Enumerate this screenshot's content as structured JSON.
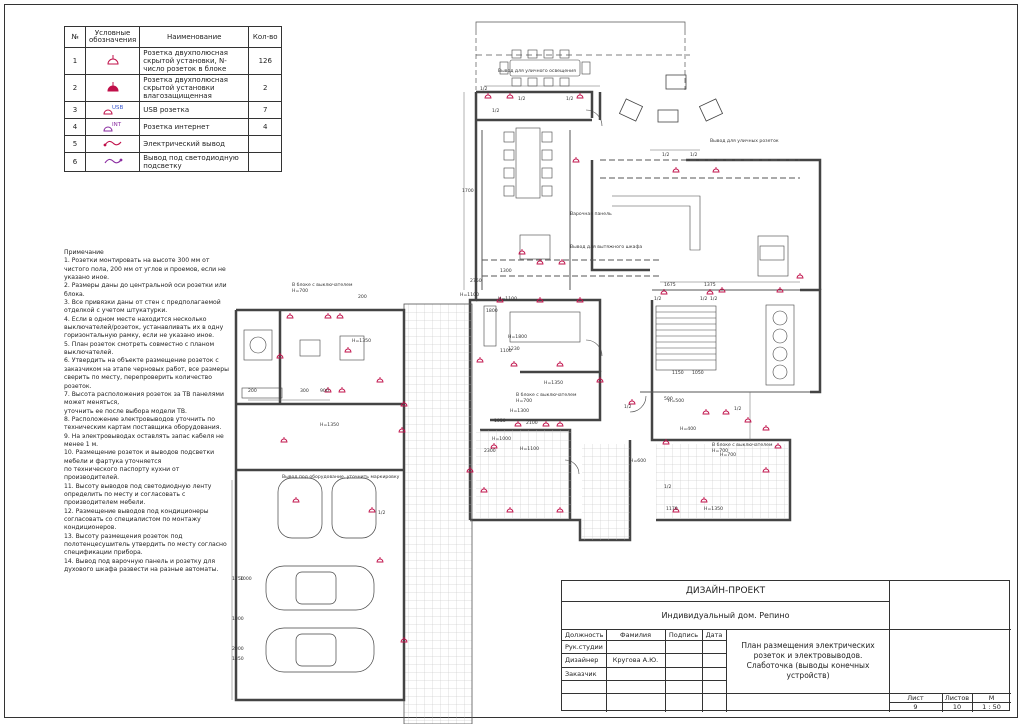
{
  "legend": {
    "headers": {
      "num": "№",
      "symbol": "Условные обозначения",
      "name": "Наименование",
      "qty": "Кол-во"
    },
    "rows": [
      {
        "num": "1",
        "icon": "double-socket-icon",
        "name": "Розетка двухполюсная скрытой установки, N-число розеток в блоке",
        "qty": "126"
      },
      {
        "num": "2",
        "icon": "waterproof-socket-icon",
        "name": "Розетка двухполюсная скрытой установки влагозащищенная",
        "qty": "2"
      },
      {
        "num": "3",
        "icon": "usb-socket-icon",
        "sym_text": "USB",
        "name": "USB розетка",
        "qty": "7"
      },
      {
        "num": "4",
        "icon": "internet-socket-icon",
        "sym_text": "INT",
        "name": "Розетка интернет",
        "qty": "4"
      },
      {
        "num": "5",
        "icon": "cable-outlet-icon",
        "name": "Электрический вывод",
        "qty": ""
      },
      {
        "num": "6",
        "icon": "led-outlet-icon",
        "name": "Вывод под светодиодную подсветку",
        "qty": ""
      }
    ]
  },
  "notes": {
    "title": "Примечание",
    "items": [
      "1. Розетки монтировать на высоте 300 мм от",
      "чистого пола, 200 мм от углов и проемов, если не",
      "указано иное.",
      "2. Размеры даны до центральной оси розетки или",
      "блока.",
      "3. Все привязки даны от стен с предполагаемой",
      "отделкой с учетом штукатурки.",
      "4. Если в одном месте находится несколько",
      "выключателей/розеток, устанавливать их в одну",
      "горизонтальную рамку, если не указано иное.",
      "5. План розеток смотреть совместно с планом",
      "выключателей.",
      "6. Утвердить на объекте размещение розеток с",
      "заказчиком на этапе черновых работ, все размеры",
      "сверить по месту, перепроверить количество",
      "розеток.",
      "7. Высота расположения розеток за ТВ панелями",
      "может меняться,",
      "уточнить ее после выбора модели ТВ.",
      "8. Расположение электровыводов уточнить по",
      "техническим картам поставщика оборудования.",
      "9. На электровыводах оставлять запас кабеля не",
      "менее 1 м.",
      "10. Размещение розеток и выводов подсветки",
      "мебели и фартука уточняется",
      "по технического паспорту кухни от",
      "производителей.",
      "11. Высоту выводов под светодиодную ленту",
      "определить по месту и согласовать с",
      "производителем мебели.",
      "12. Размещение выводов под кондиционеры",
      "согласовать со специалистом по монтажу",
      "кондиционеров.",
      "13. Высоту размещения розеток под",
      "полотенцесушитель утвердить по месту согласно",
      "спецификации прибора.",
      "14. Вывод под варочную панель и розетку для",
      "духового шкафа развести на разные автоматы."
    ]
  },
  "title_block": {
    "company": "ДИЗАЙН-ПРОЕКТ",
    "project": "Индивидуальный дом. Репино",
    "headers": {
      "role": "Должность",
      "surname": "Фамилия",
      "signature": "Подпись",
      "date": "Дата"
    },
    "roles": [
      "Рук.студии",
      "Дизайнер",
      "Заказчик"
    ],
    "designer_name": "Кругова А.Ю.",
    "drawing_title": "План размещения электрических розеток и электровыводов. Слаботочка (выводы конечных устройств)",
    "sheet_labels": {
      "sheet": "Лист",
      "sheets": "Листов",
      "scale": "М"
    },
    "sheet_values": {
      "sheet": "9",
      "sheets": "10",
      "scale": "1 : 50"
    }
  },
  "plan_labels": {
    "switch_block_1": "В блоке с выключателем",
    "switch_block_1_h": "Н=700",
    "switch_block_2": "В блоке с выключателем",
    "switch_block_2_h": "Н=700",
    "switch_block_3": "В блоке с выключателем",
    "switch_block_3_h": "Н=700",
    "outdoor_lighting": "Вывод для уличного освещения",
    "outdoor_sockets": "Вывод для уличных розеток",
    "cooktop": "Варочная панель",
    "ventilation": "Вывод для вытяжного шкафа",
    "cabinet_hint": "Вывод под оборудование, уточнить маркировку",
    "h_labels": [
      "Н=1350",
      "Н=1100",
      "Н=1100",
      "Н=1350",
      "Н=1350",
      "Н=500",
      "Н=400",
      "Н=600",
      "Н=700",
      "Н=1300",
      "Н=1000",
      "Н=1100",
      "Н=1350",
      "Н=1800"
    ],
    "dims": [
      "1/2",
      "1/2",
      "1/2",
      "1/2",
      "1/2",
      "1/2",
      "1/2",
      "1/2",
      "1/2",
      "1/2",
      "1/2",
      "1/2",
      "1700",
      "1750",
      "1850",
      "1300",
      "1050",
      "2100",
      "2300",
      "1100",
      "1230",
      "1800",
      "200",
      "300",
      "900",
      "200",
      "2750",
      "1675",
      "1375",
      "1150",
      "1050",
      "500",
      "1000",
      "1000",
      "2000",
      "1170",
      "1/2"
    ]
  },
  "colors": {
    "socket": "#c0104a",
    "line": "#333333",
    "wall": "#444444",
    "led": "#8a2ba0",
    "usb": "#3c5ad0"
  }
}
